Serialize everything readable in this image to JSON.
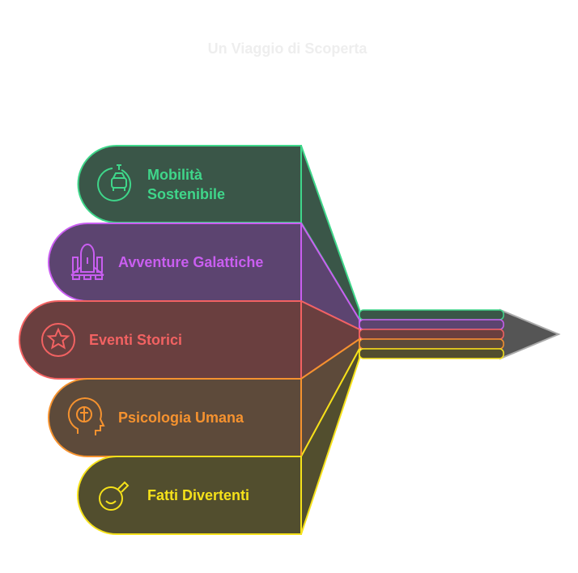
{
  "title": "Un Viaggio di Scoperta",
  "items": [
    {
      "line1": "Mobilità",
      "line2": "Sostenibile",
      "icon": "electric-car-icon",
      "stroke": "#3fd68a",
      "fill": "#3a5648"
    },
    {
      "label": "Avventure Galattiche",
      "icon": "rocket-icon",
      "stroke": "#c95ef0",
      "fill": "#5c4470"
    },
    {
      "label": "Eventi Storici",
      "icon": "star-icon",
      "stroke": "#f26262",
      "fill": "#6a3f3f"
    },
    {
      "label": "Psicologia Umana",
      "icon": "head-brain-icon",
      "stroke": "#f5922f",
      "fill": "#5d4a3a"
    },
    {
      "label": "Fatti Divertenti",
      "icon": "smiley-balloon-icon",
      "stroke": "#f5e11a",
      "fill": "#524e2e"
    }
  ],
  "pencil": {
    "tip_fill": "#555555",
    "tip_stroke": "#aaaaaa"
  }
}
